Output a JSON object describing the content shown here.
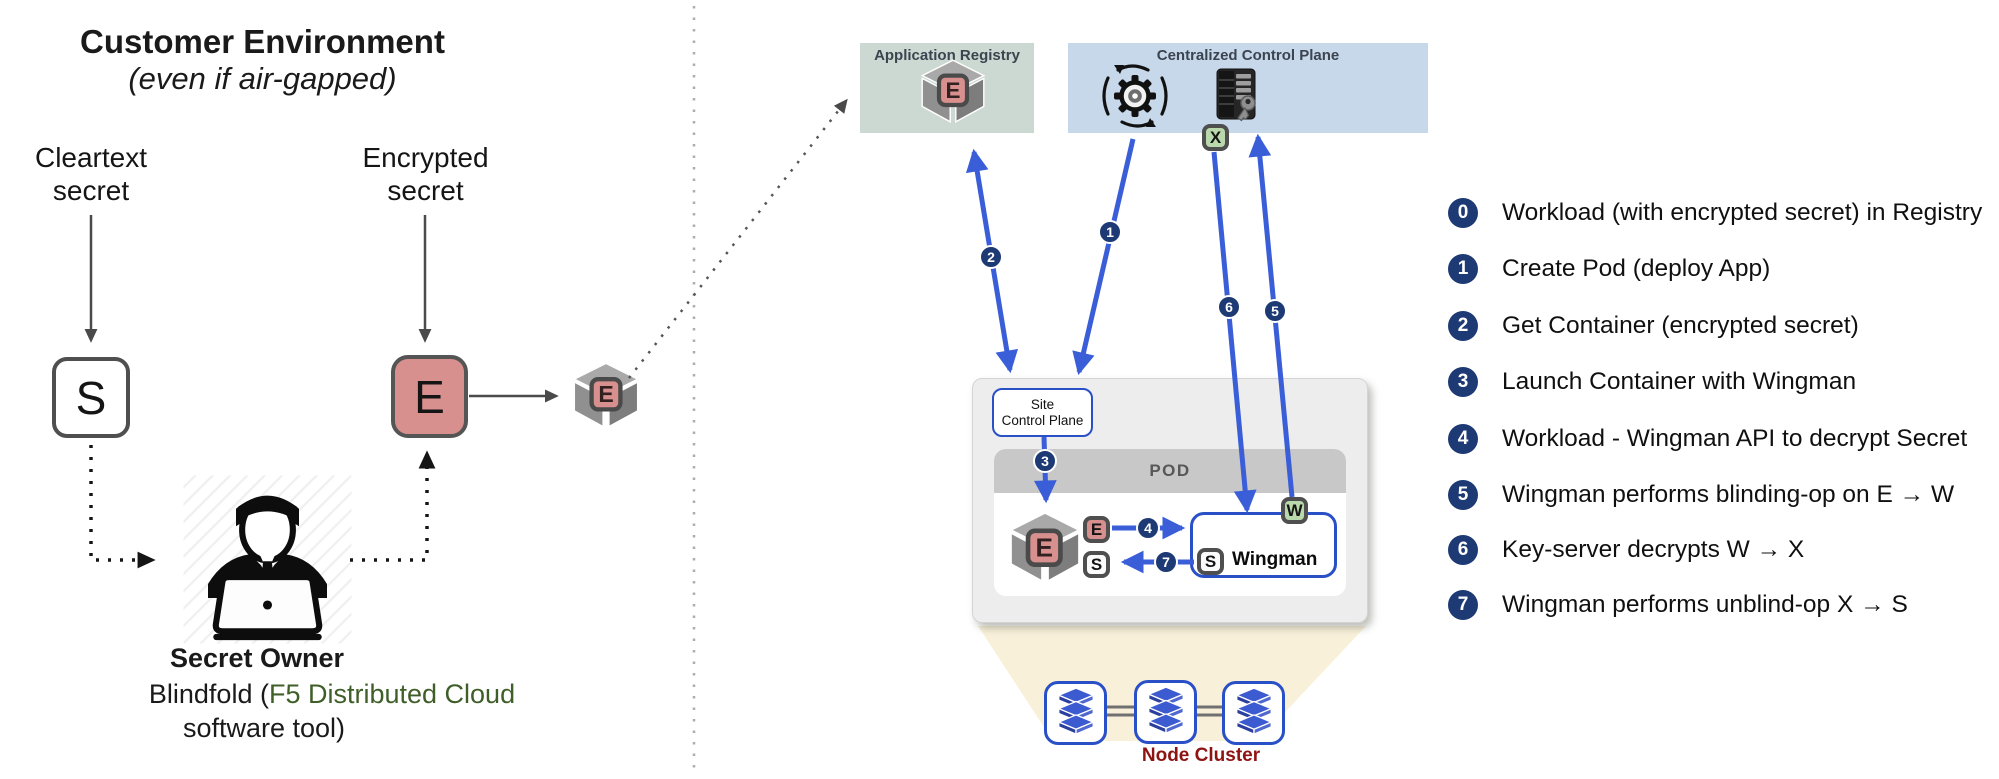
{
  "left_panel": {
    "title": "Customer Environment",
    "subtitle": "(even if air-gapped)",
    "cleartext": {
      "line1": "Cleartext",
      "line2": "secret"
    },
    "encrypted": {
      "line1": "Encrypted",
      "line2": "secret"
    },
    "s_letter": "S",
    "e_letter": "E",
    "cube_letter": "E",
    "owner": "Secret Owner",
    "blindfold_prefix": "Blindfold (",
    "blindfold_product": "F5 Distributed Cloud",
    "blindfold_line2": "software tool)"
  },
  "registry": {
    "title": "Application Registry",
    "cube_letter": "E"
  },
  "control_plane": {
    "title": "Centralized Control Plane",
    "x_letter": "X"
  },
  "site": {
    "cp_line1": "Site",
    "cp_line2": "Control Plane",
    "pod_label": "POD",
    "cube_letter": "E",
    "e_chip": "E",
    "s_chip": "S"
  },
  "wingman": {
    "label": "Wingman",
    "s_chip": "S",
    "w_letter": "W"
  },
  "cluster": {
    "label": "Node Cluster"
  },
  "diagram": {
    "steps": [
      "1",
      "2",
      "3",
      "4",
      "5",
      "6",
      "7"
    ]
  },
  "legend": {
    "items": [
      {
        "num": "0",
        "text": "Workload (with encrypted secret) in Registry"
      },
      {
        "num": "1",
        "text": "Create Pod (deploy App)"
      },
      {
        "num": "2",
        "text": "Get Container (encrypted secret)"
      },
      {
        "num": "3",
        "text": "Launch Container with Wingman"
      },
      {
        "num": "4",
        "text": "Workload - Wingman API to decrypt Secret"
      },
      {
        "num": "5",
        "text": "Wingman performs blinding-op on E → W"
      },
      {
        "num": "6",
        "text": "Key-server decrypts W → X"
      },
      {
        "num": "7",
        "text": "Wingman performs unblind-op X → S"
      }
    ]
  },
  "icons": {
    "person": "person-at-laptop-icon",
    "gear": "sync-gear-icon",
    "server": "key-server-icon",
    "cube": "container-cube-icon",
    "layers": "node-stack-icon",
    "key": "key-icon"
  },
  "colors": {
    "arrow_blue": "#3a5ed8",
    "badge_navy": "#1e3a75",
    "secret_pink": "#d7908e",
    "badge_green": "#b9d8ab",
    "registry_bg": "#ccd8d2",
    "control_plane_bg": "#c6d8ea",
    "node_cluster_red": "#8e1414",
    "beam_cream": "#f8f0d8",
    "product_green": "#3f5e28",
    "pod_gray": "#c8c8c8"
  }
}
